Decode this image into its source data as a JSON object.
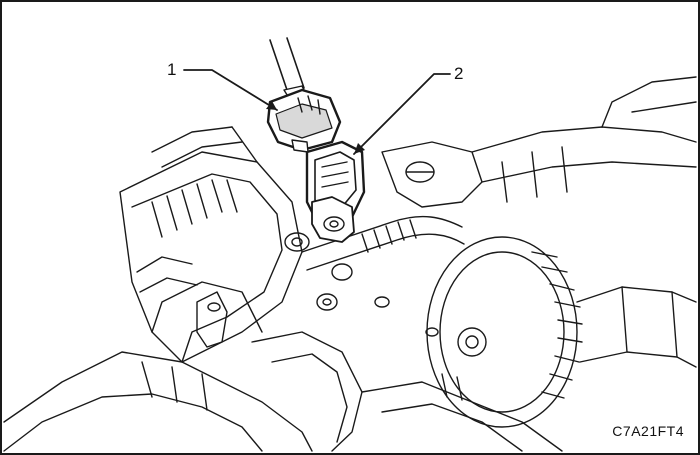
{
  "callouts": [
    {
      "label": "1",
      "part": "connector-housing"
    },
    {
      "label": "2",
      "part": "sensor"
    }
  ],
  "figure_code": "C7A21FT4",
  "colors": {
    "line": "#1a1a1a",
    "paper": "#ffffff",
    "shade": "#d9d9d9"
  }
}
